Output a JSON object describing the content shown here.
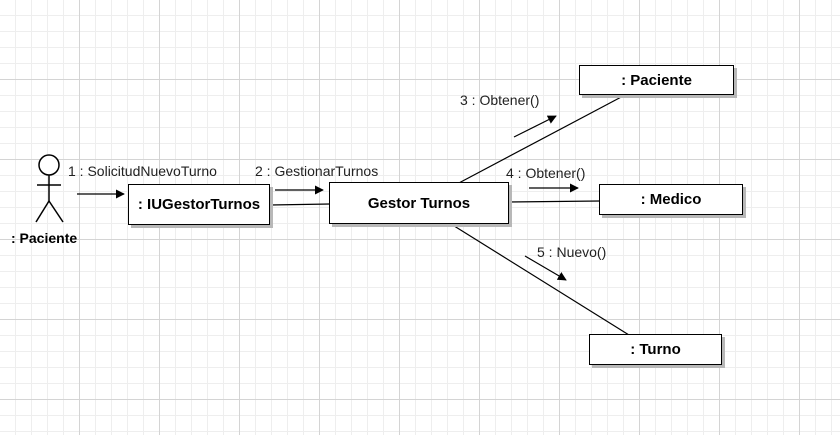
{
  "diagram": {
    "actor": {
      "name": ": Paciente"
    },
    "objects": {
      "ui_gestor": ": IUGestorTurnos",
      "gestor": "Gestor Turnos",
      "paciente": ": Paciente",
      "medico": ": Medico",
      "turno": ": Turno"
    },
    "messages": {
      "m1": "1 : SolicitudNuevoTurno",
      "m2": "2 : GestionarTurnos",
      "m3": "3 : Obtener()",
      "m4": "4 : Obtener()",
      "m5": "5 : Nuevo()"
    }
  }
}
